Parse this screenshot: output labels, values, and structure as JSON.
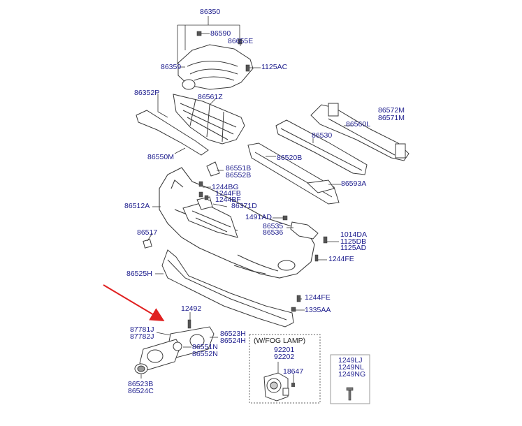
{
  "colors": {
    "label": "#1b1b8c",
    "line": "#333333",
    "arrow": "#e02020",
    "part_fill": "#ffffff",
    "part_stroke": "#3a3a3a"
  },
  "labels": {
    "p86350": "86350",
    "p86590": "86590",
    "p86655E": "86655E",
    "p86359": "86359",
    "p1125AC": "1125AC",
    "p86352P": "86352P",
    "p86561Z": "86561Z",
    "p86550M": "86550M",
    "p86572M": "86572M",
    "p86571M": "86571M",
    "p86560L": "86560L",
    "p86530": "86530",
    "p86520B": "86520B",
    "p86593A": "86593A",
    "p86551B": "86551B",
    "p86552B": "86552B",
    "p1244BG": "1244BG",
    "p1244FB": "1244FB",
    "p1244BF": "1244BF",
    "p86371D": "86371D",
    "p86512A": "86512A",
    "p1491AD": "1491AD",
    "p86535": "86535",
    "p86536": "86536",
    "p1014DA": "1014DA",
    "p1125DB": "1125DB",
    "p1125AD": "1125AD",
    "p86517": "86517",
    "p1244FE_a": "1244FE",
    "p86525H": "86525H",
    "p1244FE_b": "1244FE",
    "p1335AA": "1335AA",
    "p12492": "12492",
    "p87781J": "87781J",
    "p87782J": "87782J",
    "p86523H": "86523H",
    "p86524H": "86524H",
    "p86551N": "86551N",
    "p86552N": "86552N",
    "p86523B": "86523B",
    "p86524C": "86524C",
    "p92201": "92201",
    "p92202": "92202",
    "p18647": "18647",
    "p1249LJ": "1249LJ",
    "p1249NL": "1249NL",
    "p1249NG": "1249NG"
  },
  "fog_lamp_box": {
    "title": "(W/FOG LAMP)"
  }
}
